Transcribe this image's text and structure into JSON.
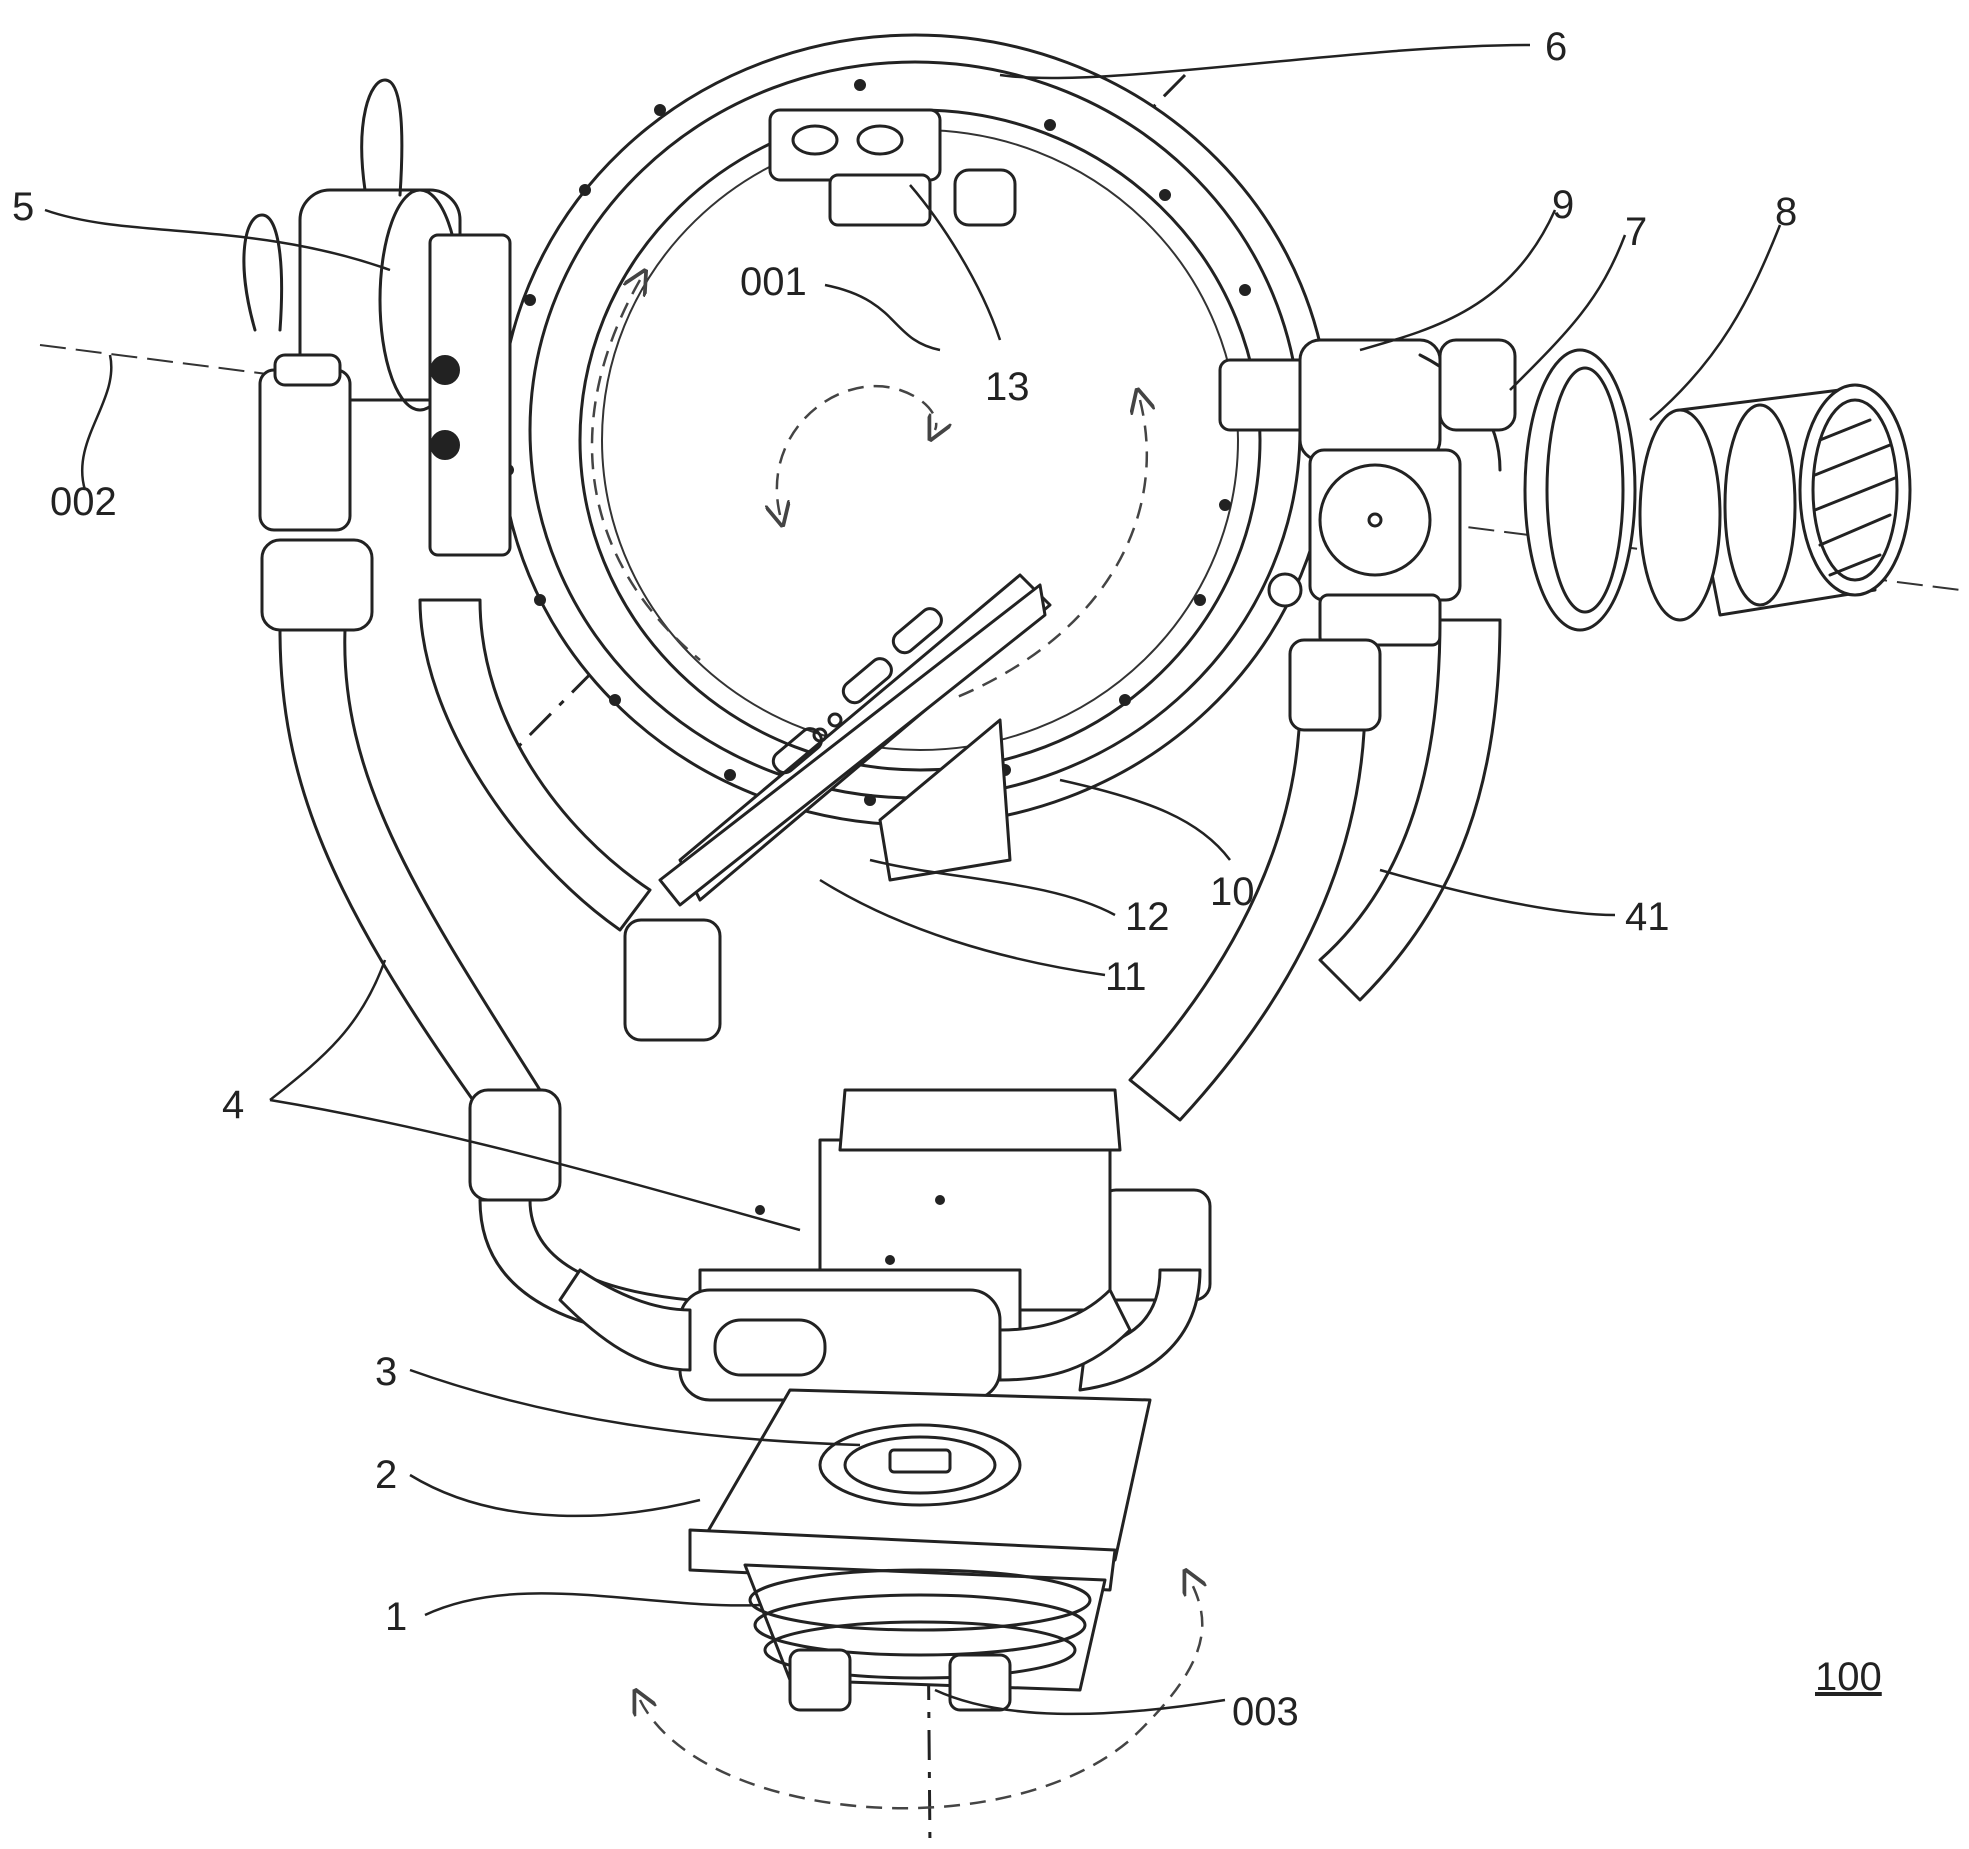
{
  "labels": {
    "l6": "6",
    "l5": "5",
    "l9": "9",
    "l7": "7",
    "l8": "8",
    "l001": "001",
    "l13": "13",
    "l002": "002",
    "l10": "10",
    "l12": "12",
    "l41": "41",
    "l11": "11",
    "l4": "4",
    "l3": "3",
    "l2": "2",
    "l1": "1",
    "l100": "100",
    "l003": "003"
  }
}
